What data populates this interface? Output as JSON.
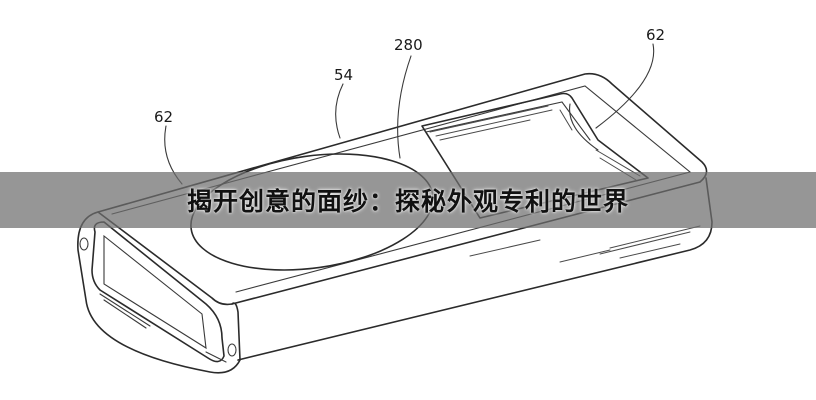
{
  "banner": {
    "title": "揭开创意的面纱：探秘外观专利的世界"
  },
  "diagram": {
    "labels": {
      "ref_54": "54",
      "ref_280": "280",
      "ref_62_left": "62",
      "ref_62_right": "62"
    }
  }
}
